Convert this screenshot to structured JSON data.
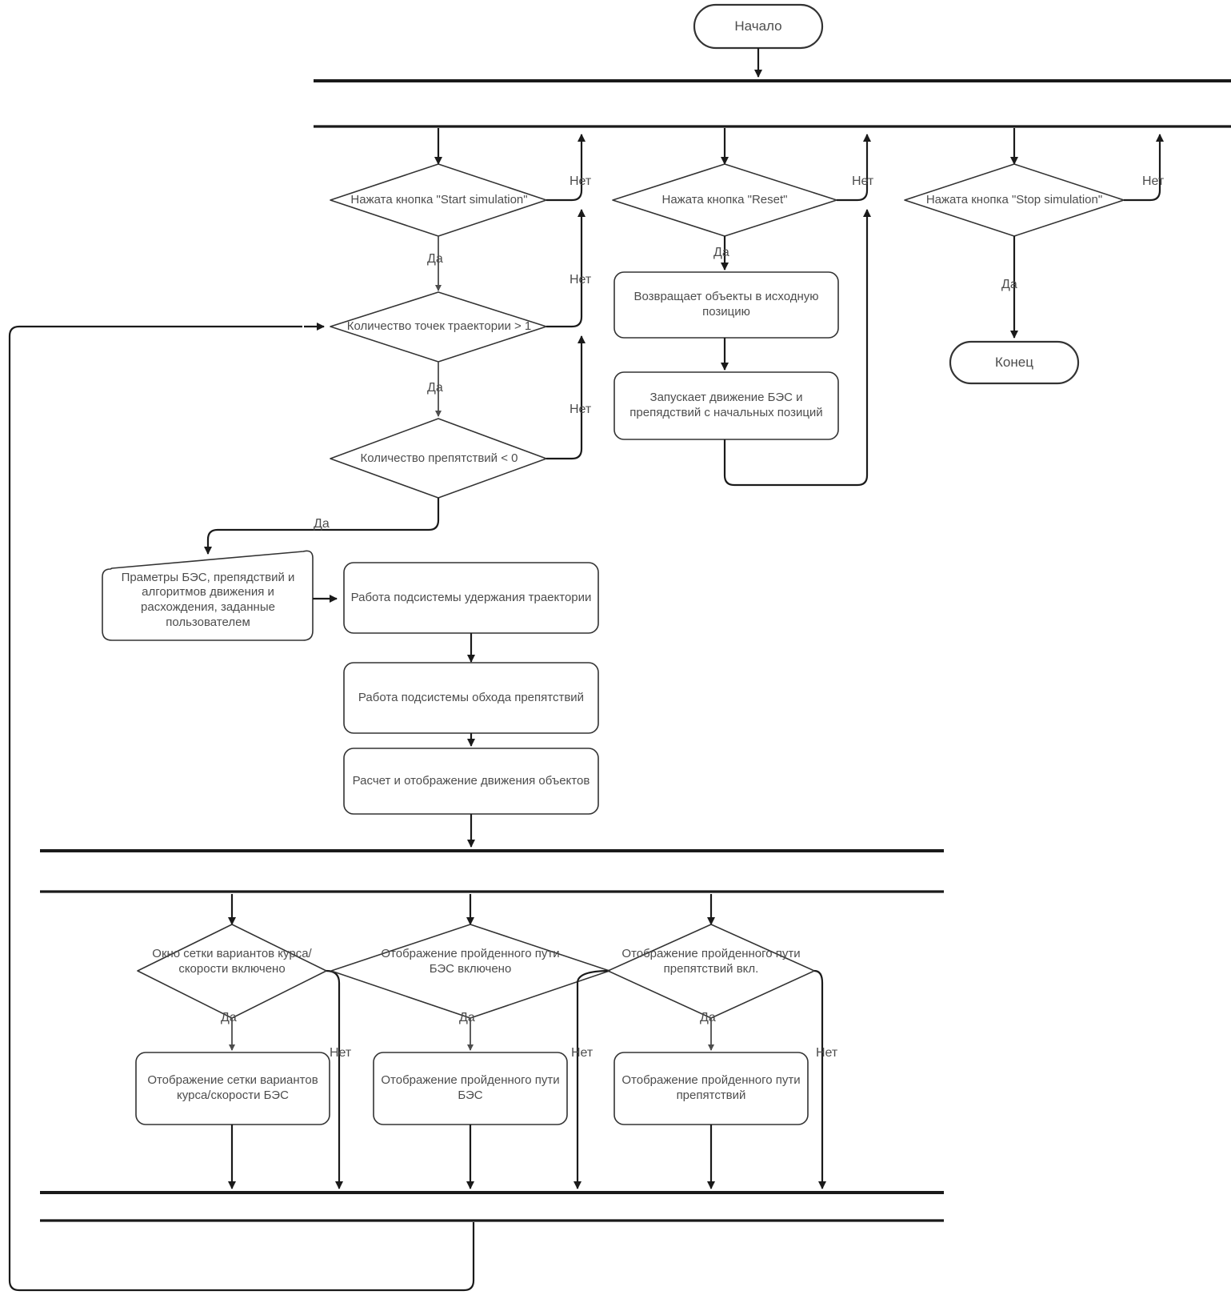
{
  "diagram": {
    "type": "activity-flowchart",
    "language": "ru",
    "stroke_color": "#1a1a1a",
    "text_color": "#4d4d4d",
    "background": "#ffffff",
    "labels": {
      "yes": "Да",
      "no": "Нет"
    },
    "nodes": {
      "start": "Начало",
      "end": "Конец",
      "d_start_sim": "Нажата кнопка \"Start simulation\"",
      "d_reset": "Нажата кнопка \"Reset\"",
      "d_stop_sim": "Нажата кнопка \"Stop simulation\"",
      "d_points": "Количество точек траектории > 1",
      "d_obstacles": "Количество препятствий < 0",
      "p_reset_positions": "Возвращает объекты в исходную позицию",
      "p_start_motion": "Запускает движение БЭС и препядствий с начальных позиций",
      "data_params": "Праметры БЭС, препядствий и алгоритмов движения и расхождения, заданные пользователем",
      "p_keep_traj": "Работа подсистемы удержания траектории",
      "p_avoid_obst": "Работа подсистемы обхода препятствий",
      "p_calc_motion": "Расчет и отображение движения объектов",
      "d_grid_window": "Окно сетки вариантов курса/скорости включено",
      "d_path_bes": "Отображение пройденного пути БЭС  включено",
      "d_path_obst": "Отображение пройденного пути препятствий вкл.",
      "p_show_grid": "Отображение сетки вариантов курса/скорости БЭС",
      "p_show_path_bes": "Отображение пройденного пути БЭС",
      "p_show_path_obst": "Отображение пройденного пути препятствий"
    },
    "edge_labels": {
      "start_sim_no": "Нет",
      "start_sim_yes": "Да",
      "points_no": "Нет",
      "points_yes": "Да",
      "obstacles_no": "Нет",
      "obstacles_yes": "Да",
      "reset_no": "Нет",
      "reset_yes": "Да",
      "stop_no": "Нет",
      "stop_yes": "Да",
      "grid_no": "Нет",
      "grid_yes": "Да",
      "path_bes_no": "Нет",
      "path_bes_yes": "Да",
      "path_obst_no": "Нет",
      "path_obst_yes": "Да"
    }
  }
}
